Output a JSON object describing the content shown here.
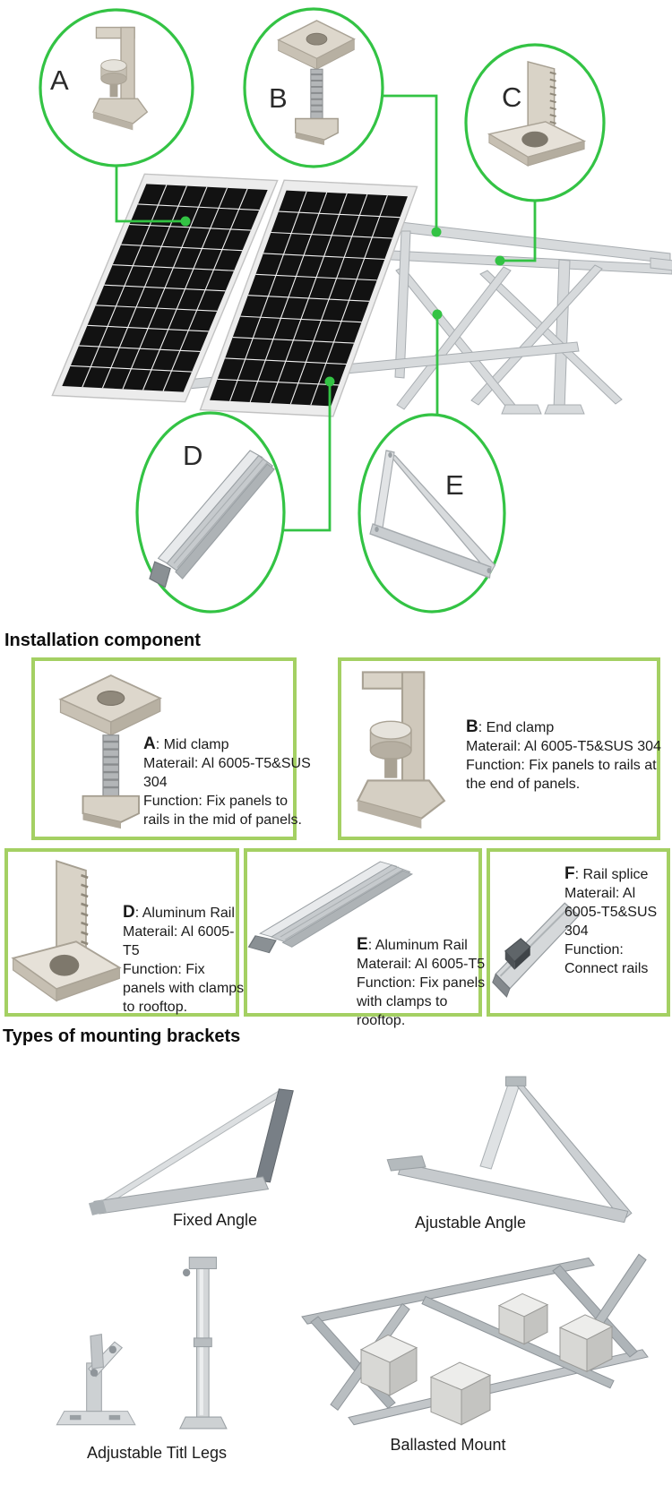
{
  "diagram": {
    "callouts": [
      {
        "letter": "A"
      },
      {
        "letter": "B"
      },
      {
        "letter": "C"
      },
      {
        "letter": "D"
      },
      {
        "letter": "E"
      }
    ]
  },
  "installation": {
    "heading": "Installation component",
    "cells": [
      {
        "letter": "A",
        "title": ": Mid clamp",
        "lines": [
          "Materail: Al 6005-T5&SUS",
          "304",
          "Function: Fix panels to",
          "rails in the mid of panels."
        ]
      },
      {
        "letter": "B",
        "title": ": End clamp",
        "lines": [
          "Materail: Al 6005-T5&SUS 304",
          "Function: Fix panels to rails at",
          "the end of panels."
        ]
      },
      {
        "letter": "D",
        "title": ": Aluminum Rail",
        "lines": [
          "Materail: Al 6005-",
          "T5",
          "Function: Fix",
          "panels with clamps",
          "to rooftop."
        ]
      },
      {
        "letter": "E",
        "title": ": Aluminum Rail",
        "lines": [
          "Materail: Al 6005-T5",
          "Function: Fix panels",
          "with clamps to",
          "rooftop."
        ]
      },
      {
        "letter": "F",
        "title": ": Rail splice",
        "lines": [
          "Materail: Al",
          "6005-T5&SUS",
          "304",
          "Function:",
          "Connect rails"
        ]
      }
    ]
  },
  "brackets": {
    "heading": "Types of mounting brackets",
    "items": [
      {
        "label": "Fixed Angle"
      },
      {
        "label": "Ajustable Angle"
      },
      {
        "label": "Adjustable Titl Legs"
      },
      {
        "label": "Ballasted Mount"
      }
    ]
  },
  "colors": {
    "callout_green": "#33c344",
    "table_border": "#a4d063"
  }
}
